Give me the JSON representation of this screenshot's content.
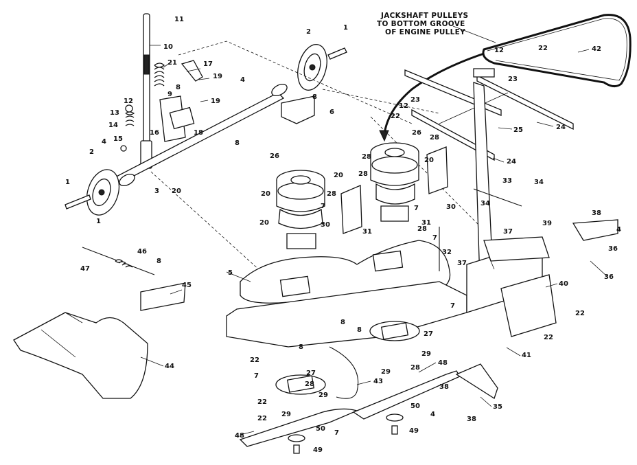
{
  "caption": [
    "JACKSHAFT PULLEYS",
    "TO BOTTOM GROOVE",
    "OF ENGINE PULLEY"
  ],
  "callouts": {
    "c1a": "1",
    "c1b": "1",
    "c2a": "2",
    "c2b": "2",
    "c3": "3",
    "c4a": "4",
    "c4b": "4",
    "c4c": "4",
    "c4d": "4",
    "c5": "5",
    "c6": "6",
    "c7a": "7",
    "c7b": "7",
    "c7c": "7",
    "c7d": "7",
    "c7e": "7",
    "c8a": "8",
    "c8b": "8",
    "c8c": "8",
    "c8d": "8",
    "c8e": "8",
    "c8f": "8",
    "c8g": "8",
    "c9": "9",
    "c10": "10",
    "c11": "11",
    "c12a": "12",
    "c12b": "12",
    "c12c": "12",
    "c13": "13",
    "c14": "14",
    "c15": "15",
    "c16": "16",
    "c17": "17",
    "c18": "18",
    "c19a": "19",
    "c19b": "19",
    "c20a": "20",
    "c20b": "20",
    "c20c": "20",
    "c20d": "20",
    "c20e": "20",
    "c21": "21",
    "c22a": "22",
    "c22b": "22",
    "c22c": "22",
    "c22d": "22",
    "c22e": "22",
    "c22f": "22",
    "c23a": "23",
    "c23b": "23",
    "c24a": "24",
    "c24b": "24",
    "c25": "25",
    "c26a": "26",
    "c26b": "26",
    "c27a": "27",
    "c27b": "27",
    "c28a": "28",
    "c28b": "28",
    "c28c": "28",
    "c28d": "28",
    "c28e": "28",
    "c29a": "29",
    "c29b": "29",
    "c29c": "29",
    "c29d": "29",
    "c30a": "30",
    "c30b": "30",
    "c31a": "31",
    "c31b": "31",
    "c32": "32",
    "c33": "33",
    "c34a": "34",
    "c34b": "34",
    "c35": "35",
    "c36a": "36",
    "c36b": "36",
    "c37a": "37",
    "c37b": "37",
    "c38a": "38",
    "c38b": "38",
    "c38c": "38",
    "c39": "39",
    "c40": "40",
    "c41": "41",
    "c42": "42",
    "c43": "43",
    "c44": "44",
    "c45": "45",
    "c46": "46",
    "c47": "47",
    "c48a": "48",
    "c48b": "48",
    "c49a": "49",
    "c49b": "49",
    "c50a": "50",
    "c50b": "50"
  }
}
